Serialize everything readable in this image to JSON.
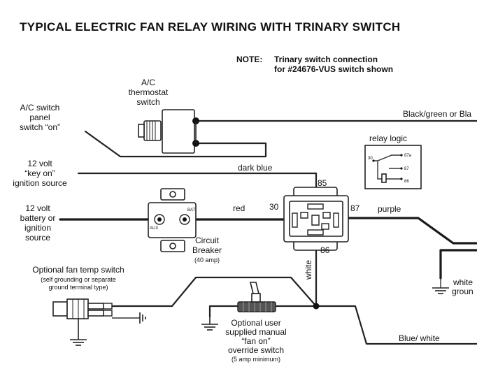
{
  "title": "TYPICAL ELECTRIC FAN RELAY WIRING WITH TRINARY SWITCH",
  "note": {
    "prefix": "NOTE:",
    "line1": "Trinary switch connection",
    "line2": "for #24676-VUS switch shown"
  },
  "thermostat": {
    "line1": "A/C",
    "line2": "thermostat",
    "line3": "switch"
  },
  "ac_panel": {
    "line1": "A/C switch",
    "line2": "panel",
    "line3": "switch “on”"
  },
  "key_on": {
    "line1": "12 volt",
    "line2": "“key on”",
    "line3": "ignition source"
  },
  "battery": {
    "line1": "12 volt",
    "line2": "battery or",
    "line3": "ignition",
    "line4": "source"
  },
  "breaker": {
    "line1": "Circuit",
    "line2": "Breaker",
    "line3": "(40 amp)"
  },
  "relay_logic": {
    "label": "relay logic",
    "pins": {
      "p30": "30",
      "p87a": "87a",
      "p87": "87",
      "p86": "86"
    }
  },
  "wires": {
    "black_green": "Black/green or Bla",
    "dark_blue": "dark blue",
    "red": "red",
    "purple": "purple",
    "white": "white",
    "white_right": "white",
    "blue_white": "Blue/ white"
  },
  "relay_pins": {
    "p85": "85",
    "p30": "30",
    "p87": "87",
    "p86": "86"
  },
  "fan_temp": {
    "line1": "Optional fan temp switch",
    "line2": "(self grounding or separate",
    "line3": "ground terminal type)"
  },
  "manual_switch": {
    "line1": "Optional user",
    "line2": "supplied manual",
    "line3": "“fan on”",
    "line4": "override switch",
    "line5": "(5 amp minimum)"
  },
  "ground_right": {
    "line1": "groun"
  }
}
